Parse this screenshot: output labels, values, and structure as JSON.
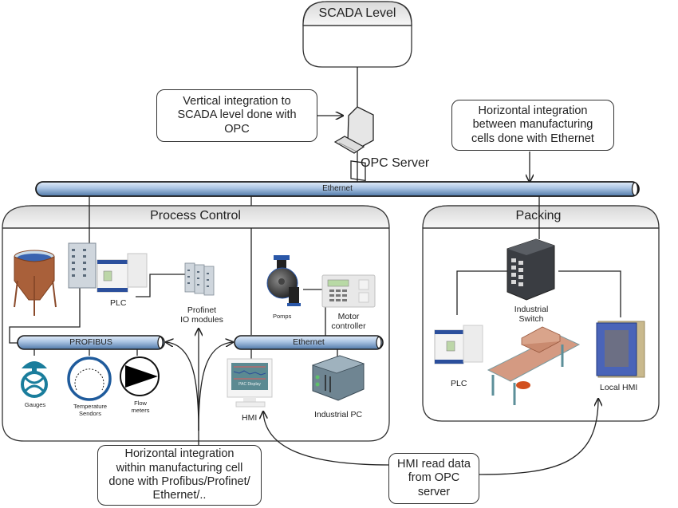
{
  "scada": {
    "title": "SCADA Level"
  },
  "opc_server": {
    "label": "OPC Server"
  },
  "main_bus": {
    "label": "Ethernet"
  },
  "callouts": {
    "vertical": "Vertical integration to SCADA level done with OPC",
    "vertical_lines": [
      "Vertical integration to",
      "SCADA level done with",
      "OPC"
    ],
    "horizontal_between": [
      "Horizontal integration",
      "between manufacturing",
      "cells done with Ethernet"
    ],
    "horizontal_within": [
      "Horizontal integration",
      "within manufacturing cell",
      "done with Profibus/Profinet/",
      "Ethernet/.."
    ],
    "hmi_read": [
      "HMI read data",
      "from OPC",
      "server"
    ]
  },
  "process_control": {
    "title": "Process Control",
    "plc_label": "PLC",
    "profinet_label": [
      "Profinet",
      "IO modules"
    ],
    "profibus_bus": "PROFIBUS",
    "ethernet_bus": "Ethernet",
    "pumps_label": "Pomps",
    "motor_controller_label": [
      "Motor",
      "controller"
    ],
    "gauges_label": "Gauges",
    "temp_label": [
      "Temperature",
      "Sendors"
    ],
    "flow_label": [
      "Flow",
      "meters"
    ],
    "hmi_label": "HMI",
    "hmi_screen_text": "PAC Display",
    "industrial_pc_label": "Industrial PC"
  },
  "packing": {
    "title": "Packing",
    "switch_label": [
      "Industrial",
      "Switch"
    ],
    "plc_label": "PLC",
    "local_hmi_label": "Local HMI"
  },
  "colors": {
    "bus_fill_top": "#dbe7f5",
    "bus_fill_bottom": "#5f88b8",
    "header_gray": "#e6e6e6",
    "tank": "#a9603a",
    "water": "#3a64b0",
    "gauge_teal": "#1a7d9c",
    "temp_blue": "#1f5b9c"
  }
}
